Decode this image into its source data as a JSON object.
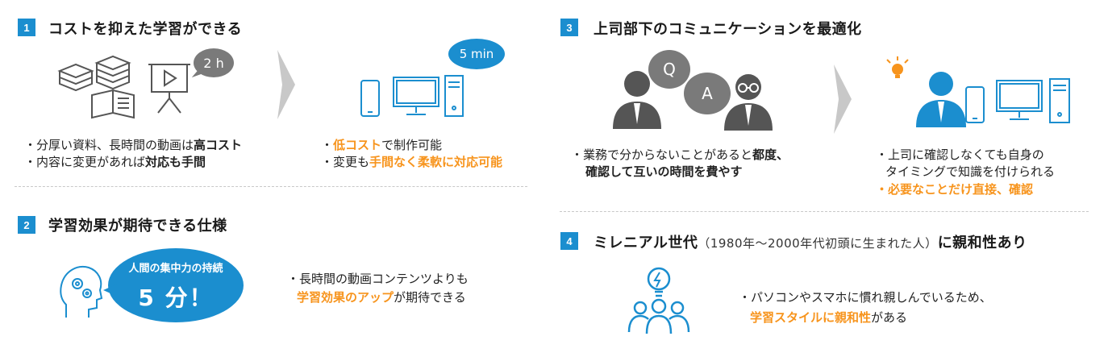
{
  "section1": {
    "num": "1",
    "title": "コストを抑えた学習ができる",
    "before_time": "2 h",
    "after_time": "5 min",
    "before_lines": [
      {
        "pre": "・分厚い資料、長時間の動画は",
        "em": "高コスト",
        "post": ""
      },
      {
        "pre": "・内容に変更があれば",
        "em": "対応も手間",
        "post": ""
      }
    ],
    "after_lines": [
      {
        "pre": "・",
        "em": "低コスト",
        "post": "で制作可能"
      },
      {
        "pre": "・変更も",
        "em": "手間なく柔軟に対応可能",
        "post": ""
      }
    ]
  },
  "section2": {
    "num": "2",
    "title": "学習効果が期待できる仕様",
    "bubble_top": "人間の集中力の持続",
    "bubble_big": "5 分！",
    "line1": "・長時間の動画コンテンツよりも",
    "line2_em": "学習効果のアップ",
    "line2_post": "が期待できる"
  },
  "section3": {
    "num": "3",
    "title": "上司部下のコミュニケーションを最適化",
    "q": "Q",
    "a": "A",
    "before_line1_pre": "・業務で分からないことがあると",
    "before_line1_em": "都度、",
    "before_line2": "確認して互いの時間を費やす",
    "after_line1": "・上司に確認しなくても自身の",
    "after_line2": "タイミングで知識を付けられる",
    "after_line3": "・必要なことだけ直接、確認"
  },
  "section4": {
    "num": "4",
    "title_main": "ミレニアル世代",
    "title_paren": "（1980年～2000年代初頭に生まれた人）",
    "title_end": "に親和性あり",
    "line1": "・パソコンやスマホに慣れ親しんでいるため、",
    "line2_em": "学習スタイルに親和性",
    "line2_post": "がある"
  },
  "colors": {
    "accent": "#1b8ecf",
    "orange": "#f7941d",
    "gray": "#7a7a7a"
  }
}
